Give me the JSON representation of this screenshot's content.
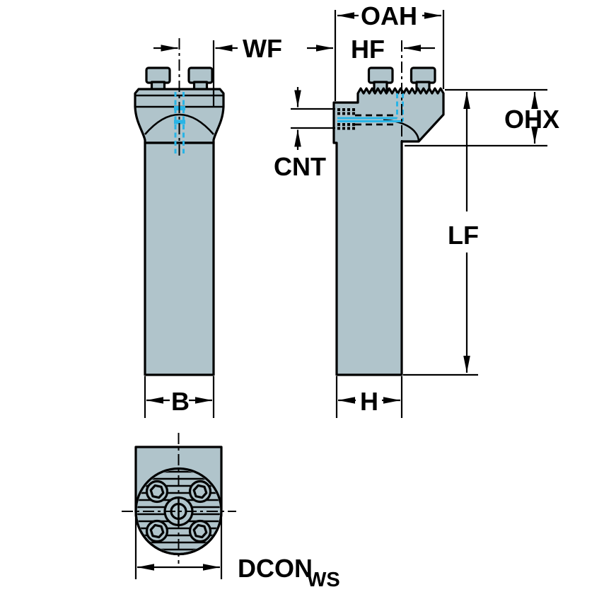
{
  "labels": {
    "wf": "WF",
    "oah": "OAH",
    "hf": "HF",
    "ohx": "OHX",
    "cnt": "CNT",
    "lf": "LF",
    "b": "B",
    "h": "H",
    "dcon": "DCON",
    "dcon_subscript": "WS"
  },
  "views": {
    "front": {
      "dimension_labels": [
        "WF",
        "B"
      ]
    },
    "side": {
      "dimension_labels": [
        "OAH",
        "HF",
        "CNT",
        "OHX",
        "LF",
        "H"
      ]
    },
    "bottom": {
      "dimension_labels": [
        "DCON",
        "WS"
      ]
    }
  },
  "colors": {
    "body_fill": "#b0c4cb",
    "coolant": "#29b4e6",
    "ink": "#000000",
    "background": "#ffffff"
  }
}
